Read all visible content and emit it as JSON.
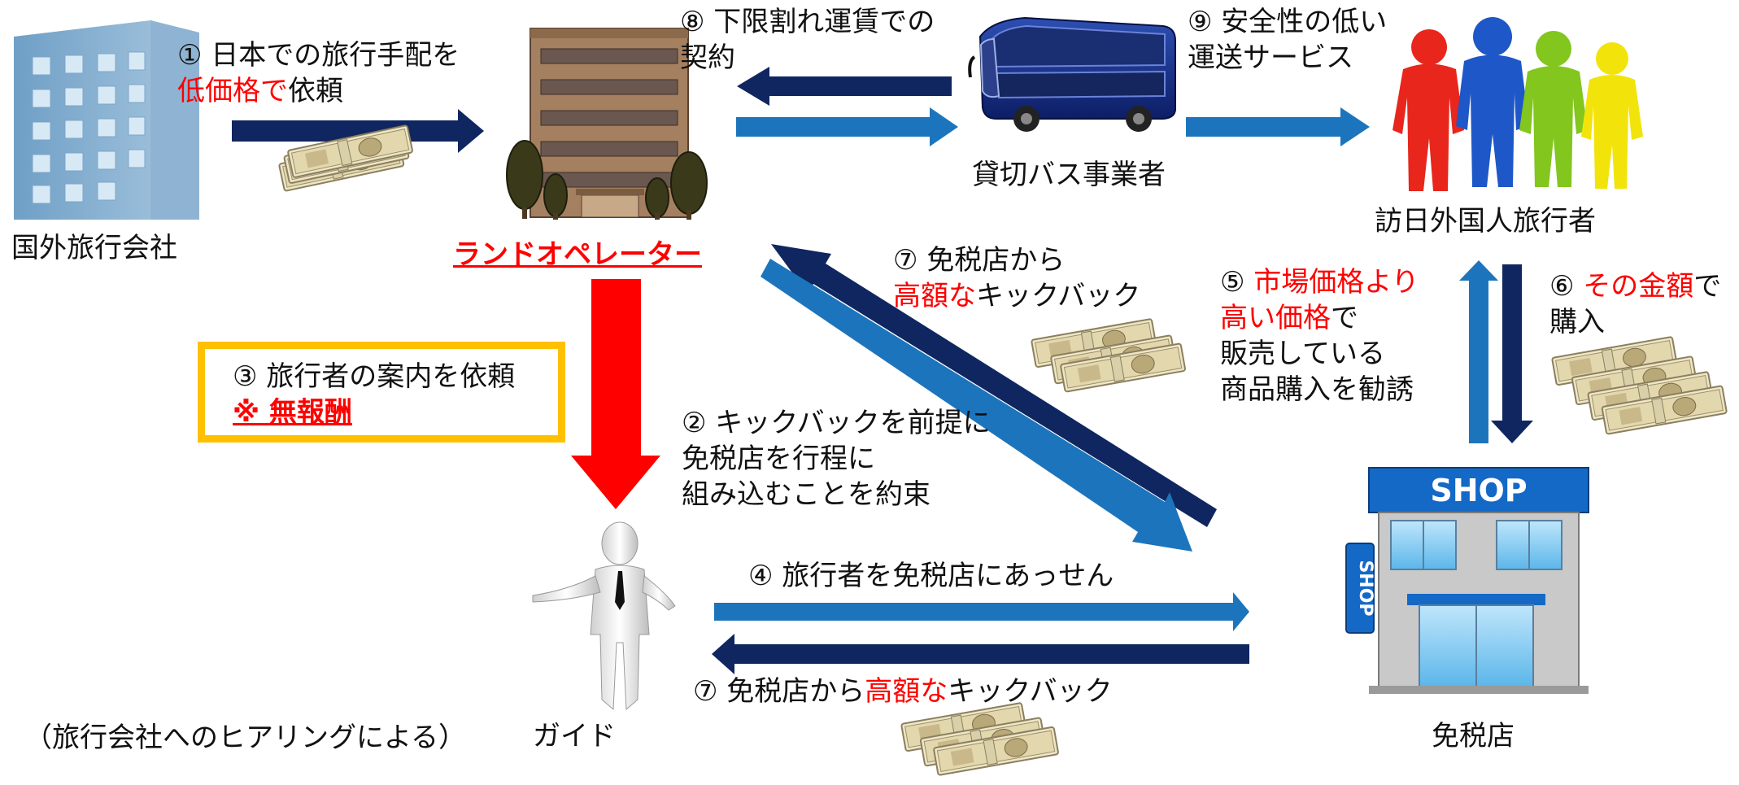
{
  "entities": {
    "overseas_agency": "国外旅行会社",
    "land_operator": "ランドオペレーター",
    "bus_operator": "貸切バス事業者",
    "tourists": "訪日外国人旅行者",
    "guide": "ガイド",
    "duty_free": "免税店",
    "shop_sign": "SHOP",
    "shop_side_sign": "SHOP"
  },
  "steps": {
    "s1": {
      "num": "①",
      "line1": "日本での旅行手配を",
      "line2_red": "低価格で",
      "line2_rest": "依頼"
    },
    "s2": {
      "num": "②",
      "line1": "キックバックを前提に",
      "line2": "免税店を行程に",
      "line3": "組み込むことを約束"
    },
    "s3": {
      "num": "③",
      "line1": "旅行者の案内を依頼",
      "line2": "※ 無報酬"
    },
    "s4": {
      "num": "④",
      "text": "旅行者を免税店にあっせん"
    },
    "s5": {
      "num": "⑤",
      "line1_red": "市場価格より",
      "line2_red": "高い価格",
      "line2_rest": "で",
      "line3": "販売している",
      "line4": "商品購入を勧誘"
    },
    "s6": {
      "num": "⑥",
      "line1_red": "その金額",
      "line1_rest": "で",
      "line2": "購入"
    },
    "s7a": {
      "num": "⑦",
      "line1": "免税店から",
      "line2_red": "高額な",
      "line2_rest": "キックバック"
    },
    "s7b": {
      "num": "⑦",
      "pre": "免税店から",
      "red": "高額な",
      "post": "キックバック"
    },
    "s8": {
      "num": "⑧",
      "line1": "下限割れ運賃での",
      "line2": "契約"
    },
    "s9": {
      "num": "⑨",
      "line1": "安全性の低い",
      "line2": "運送サービス"
    }
  },
  "source_note": "（旅行会社へのヒアリングによる）",
  "colors": {
    "navy": "#0f2660",
    "blue": "#1c75bc",
    "red": "#ff0000",
    "yellow_border": "#ffc000",
    "shop_blue": "#1469c7"
  }
}
